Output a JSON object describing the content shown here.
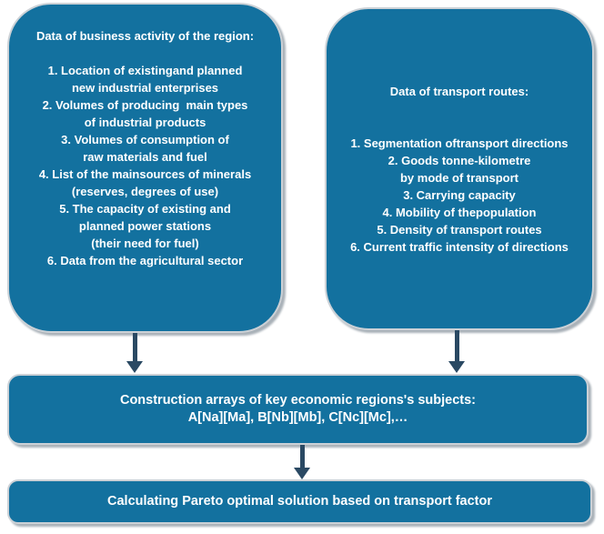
{
  "colors": {
    "box_fill": "#13719f",
    "arrow": "#2a4963",
    "text": "#ffffff",
    "border": "#ccd1d6",
    "shadow": "#a9b1b8"
  },
  "left_box": {
    "title": "Data of business activity of the region:",
    "lines": [
      "1. Location of existingand planned",
      "new industrial enterprises",
      "2. Volumes of producing  main types",
      "of industrial products",
      "3. Volumes of consumption of",
      "raw materials and fuel",
      "4. List of the mainsources of minerals",
      "(reserves, degrees of use)",
      "5. The capacity of existing and",
      "planned power stations",
      "(their need for fuel)",
      "6. Data from the agricultural sector"
    ]
  },
  "right_box": {
    "title": "Data of transport routes:",
    "lines": [
      "1. Segmentation oftransport directions",
      "2. Goods tonne-kilometre",
      "by mode of transport",
      "3. Carrying capacity",
      "4. Mobility of thepopulation",
      "5. Density of transport routes",
      "6. Current traffic intensity of directions"
    ]
  },
  "middle_box": {
    "line1": "Construction arrays of key economic regions's subjects:",
    "line2": "A[Na][Ma], B[Nb][Mb], C[Nc][Mc],…"
  },
  "bottom_box": {
    "label": "Calculating Pareto optimal solution based on transport factor"
  }
}
